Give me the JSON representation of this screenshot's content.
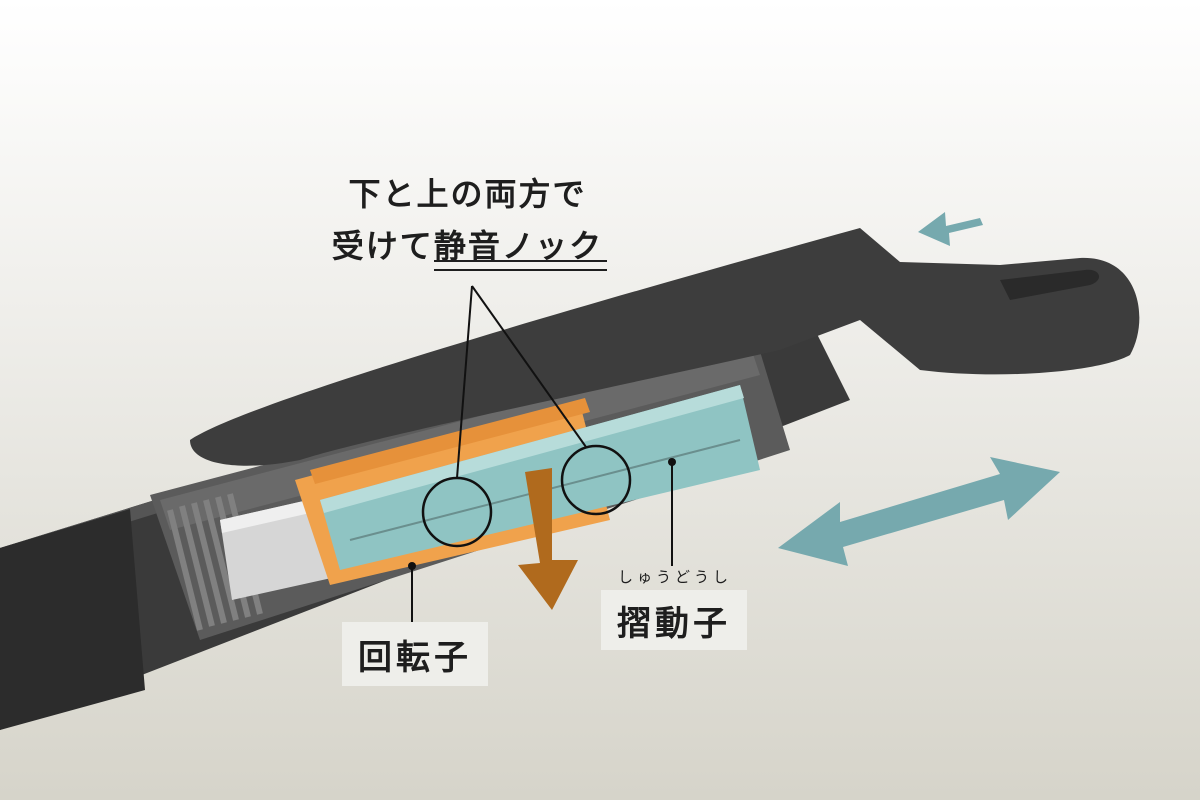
{
  "headline": {
    "line1": "下と上の両方で",
    "line2_plain": "受けて",
    "line2_underlined": "静音ノック"
  },
  "labels": {
    "rotor": "回転子",
    "slider_ruby": "しゅうどうし",
    "slider": "摺動子"
  },
  "colors": {
    "background_top": "#ffffff",
    "background_bottom": "#d6d4ca",
    "pen_body": "#3d3d3d",
    "rotor_orange": "#f0a24c",
    "slider_teal": "#8fc4c3",
    "arrow_teal": "#76a9ae",
    "arrow_brown": "#b06a1d"
  },
  "icons": [
    "down-arrow-icon",
    "left-arrow-icon",
    "double-headed-arrow-icon"
  ]
}
